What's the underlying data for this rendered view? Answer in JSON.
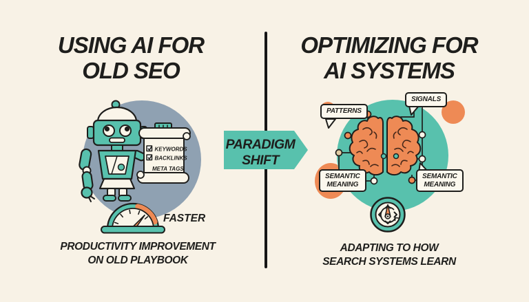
{
  "colors": {
    "background": "#f8f2e6",
    "ink": "#1e1e1c",
    "teal": "#58c1ad",
    "orange": "#ee8a55",
    "gray_blue": "#8fa1b2",
    "cream": "#faf5e9"
  },
  "left_panel": {
    "title_line1": "USING AI FOR",
    "title_line2": "OLD SEO",
    "scroll": {
      "items": [
        {
          "label": "KEYWORDS",
          "checked": true
        },
        {
          "label": "BACKLINKS",
          "checked": true
        },
        {
          "label": "META TAGS",
          "checked": false
        }
      ]
    },
    "gauge_label": "FASTER",
    "caption_line1": "PRODUCTIVITY IMPROVEMENT",
    "caption_line2": "ON OLD PLAYBOOK"
  },
  "center": {
    "arrow_line1": "PARADIGM",
    "arrow_line2": "SHIFT"
  },
  "right_panel": {
    "title_line1": "OPTIMIZING FOR",
    "title_line2": "AI SYSTEMS",
    "bubbles": {
      "patterns": "PATTERNS",
      "signals": "SIGNALS",
      "semantic_left_line1": "SEMANTIC",
      "semantic_left_line2": "MEANING",
      "semantic_right_line1": "SEMANTIC",
      "semantic_right_line2": "MEANING"
    },
    "caption_line1": "ADAPTING TO HOW",
    "caption_line2": "SEARCH SYSTEMS LEARN"
  }
}
